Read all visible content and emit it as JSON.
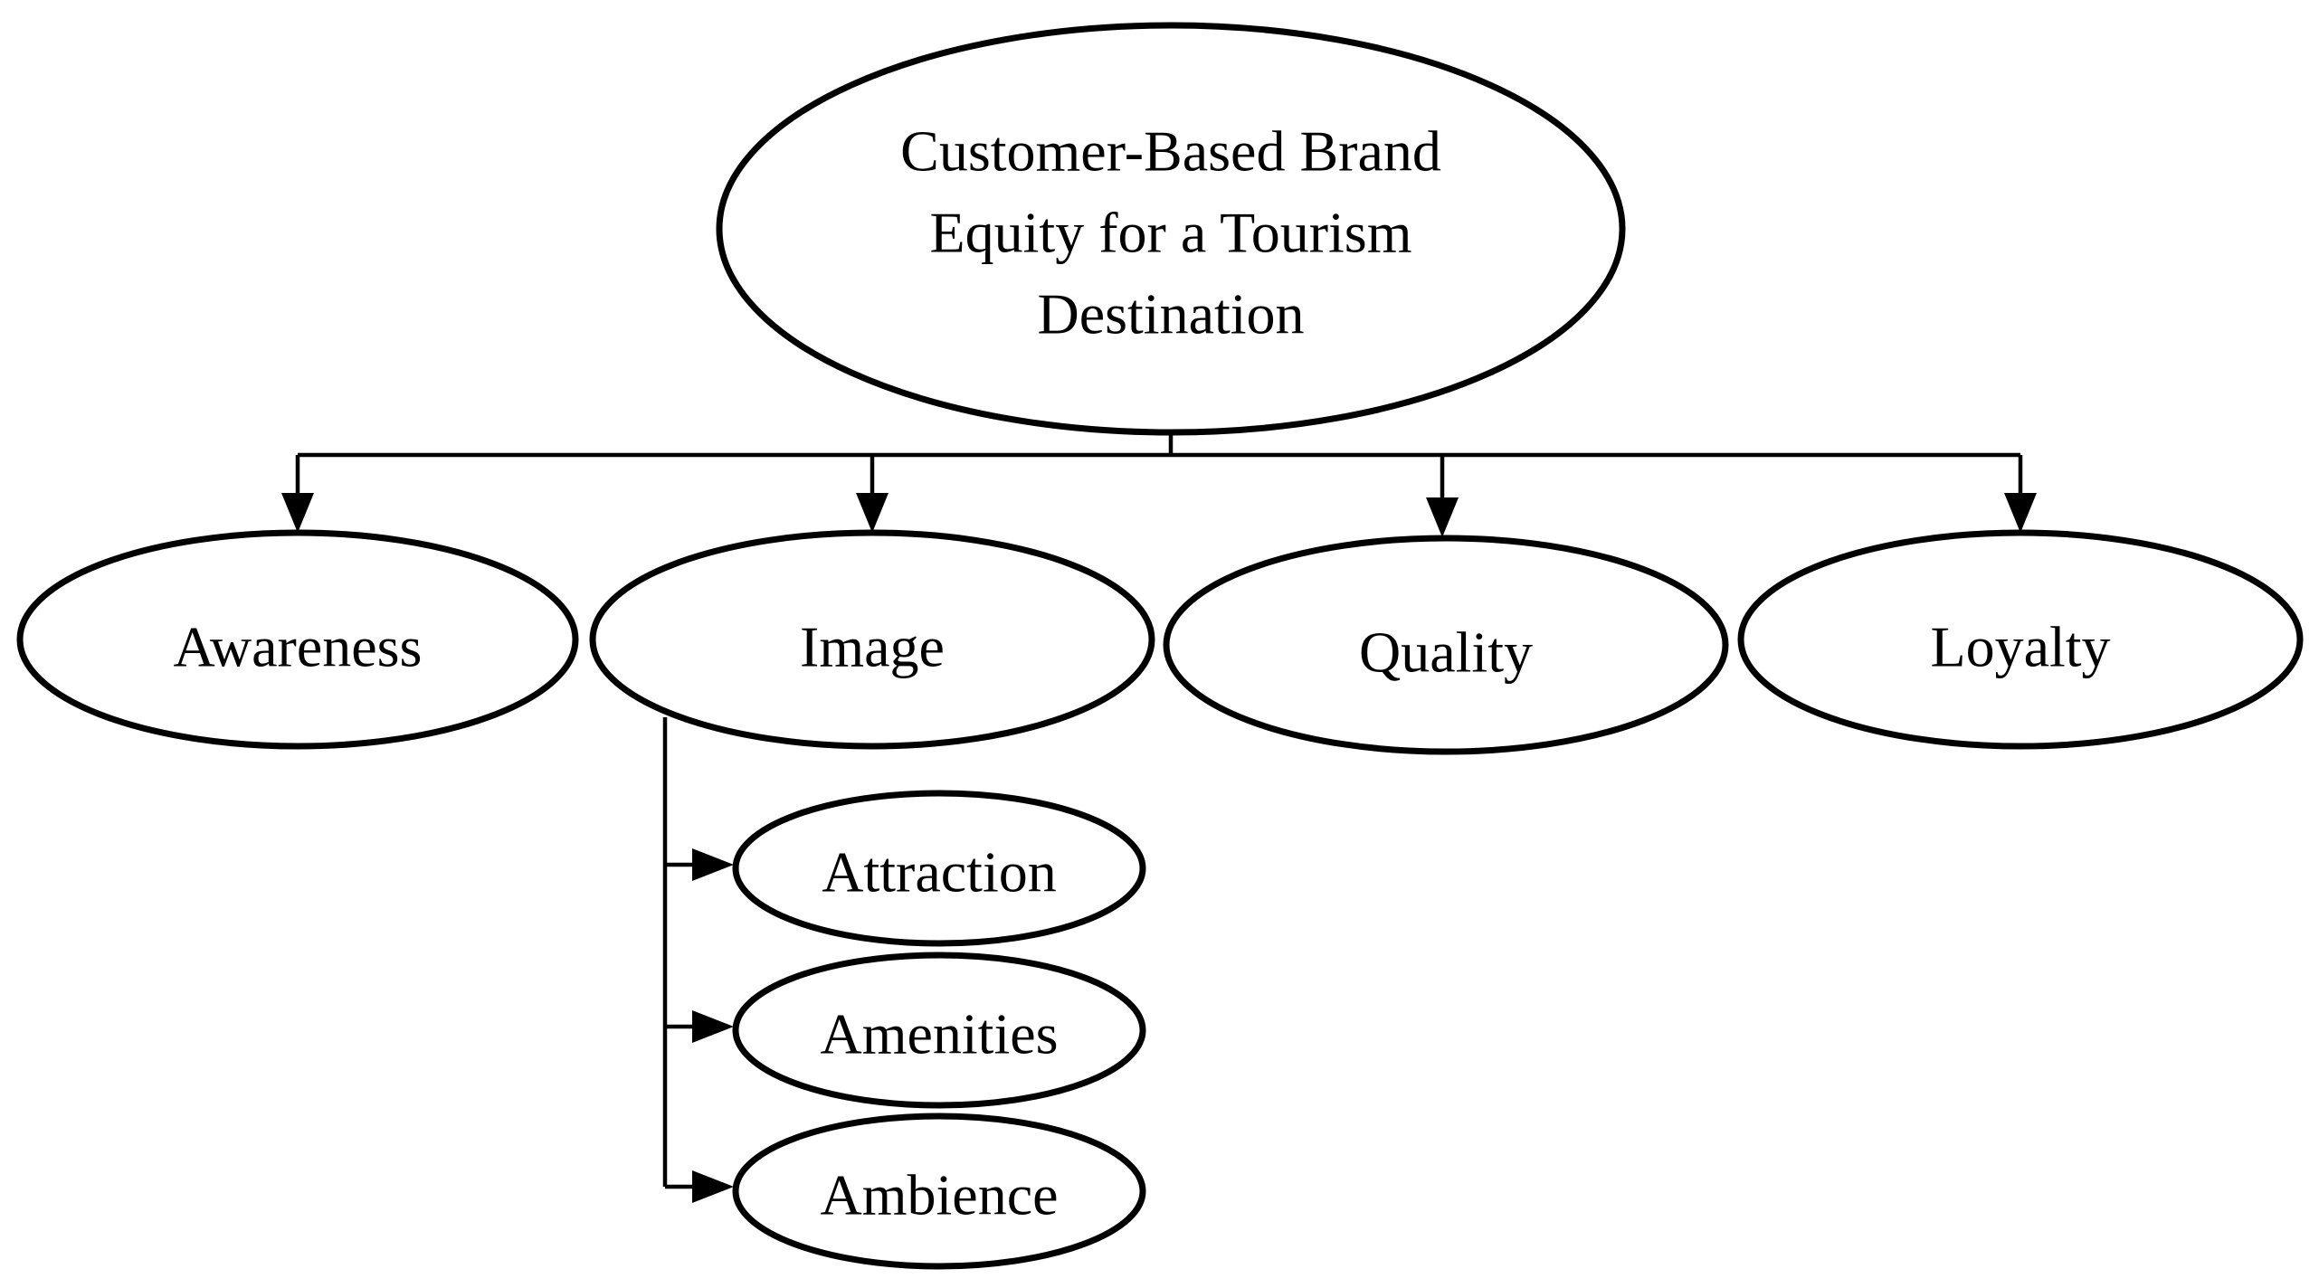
{
  "diagram": {
    "root": {
      "lines": [
        "Customer-Based Brand",
        "Equity for a Tourism",
        "Destination"
      ]
    },
    "dimensions": [
      {
        "label": "Awareness"
      },
      {
        "label": "Image"
      },
      {
        "label": "Quality"
      },
      {
        "label": "Loyalty"
      }
    ],
    "image_subdimensions": [
      {
        "label": "Attraction"
      },
      {
        "label": "Amenities"
      },
      {
        "label": "Ambience"
      }
    ],
    "colors": {
      "stroke": "#000000",
      "fill": "#ffffff"
    }
  }
}
